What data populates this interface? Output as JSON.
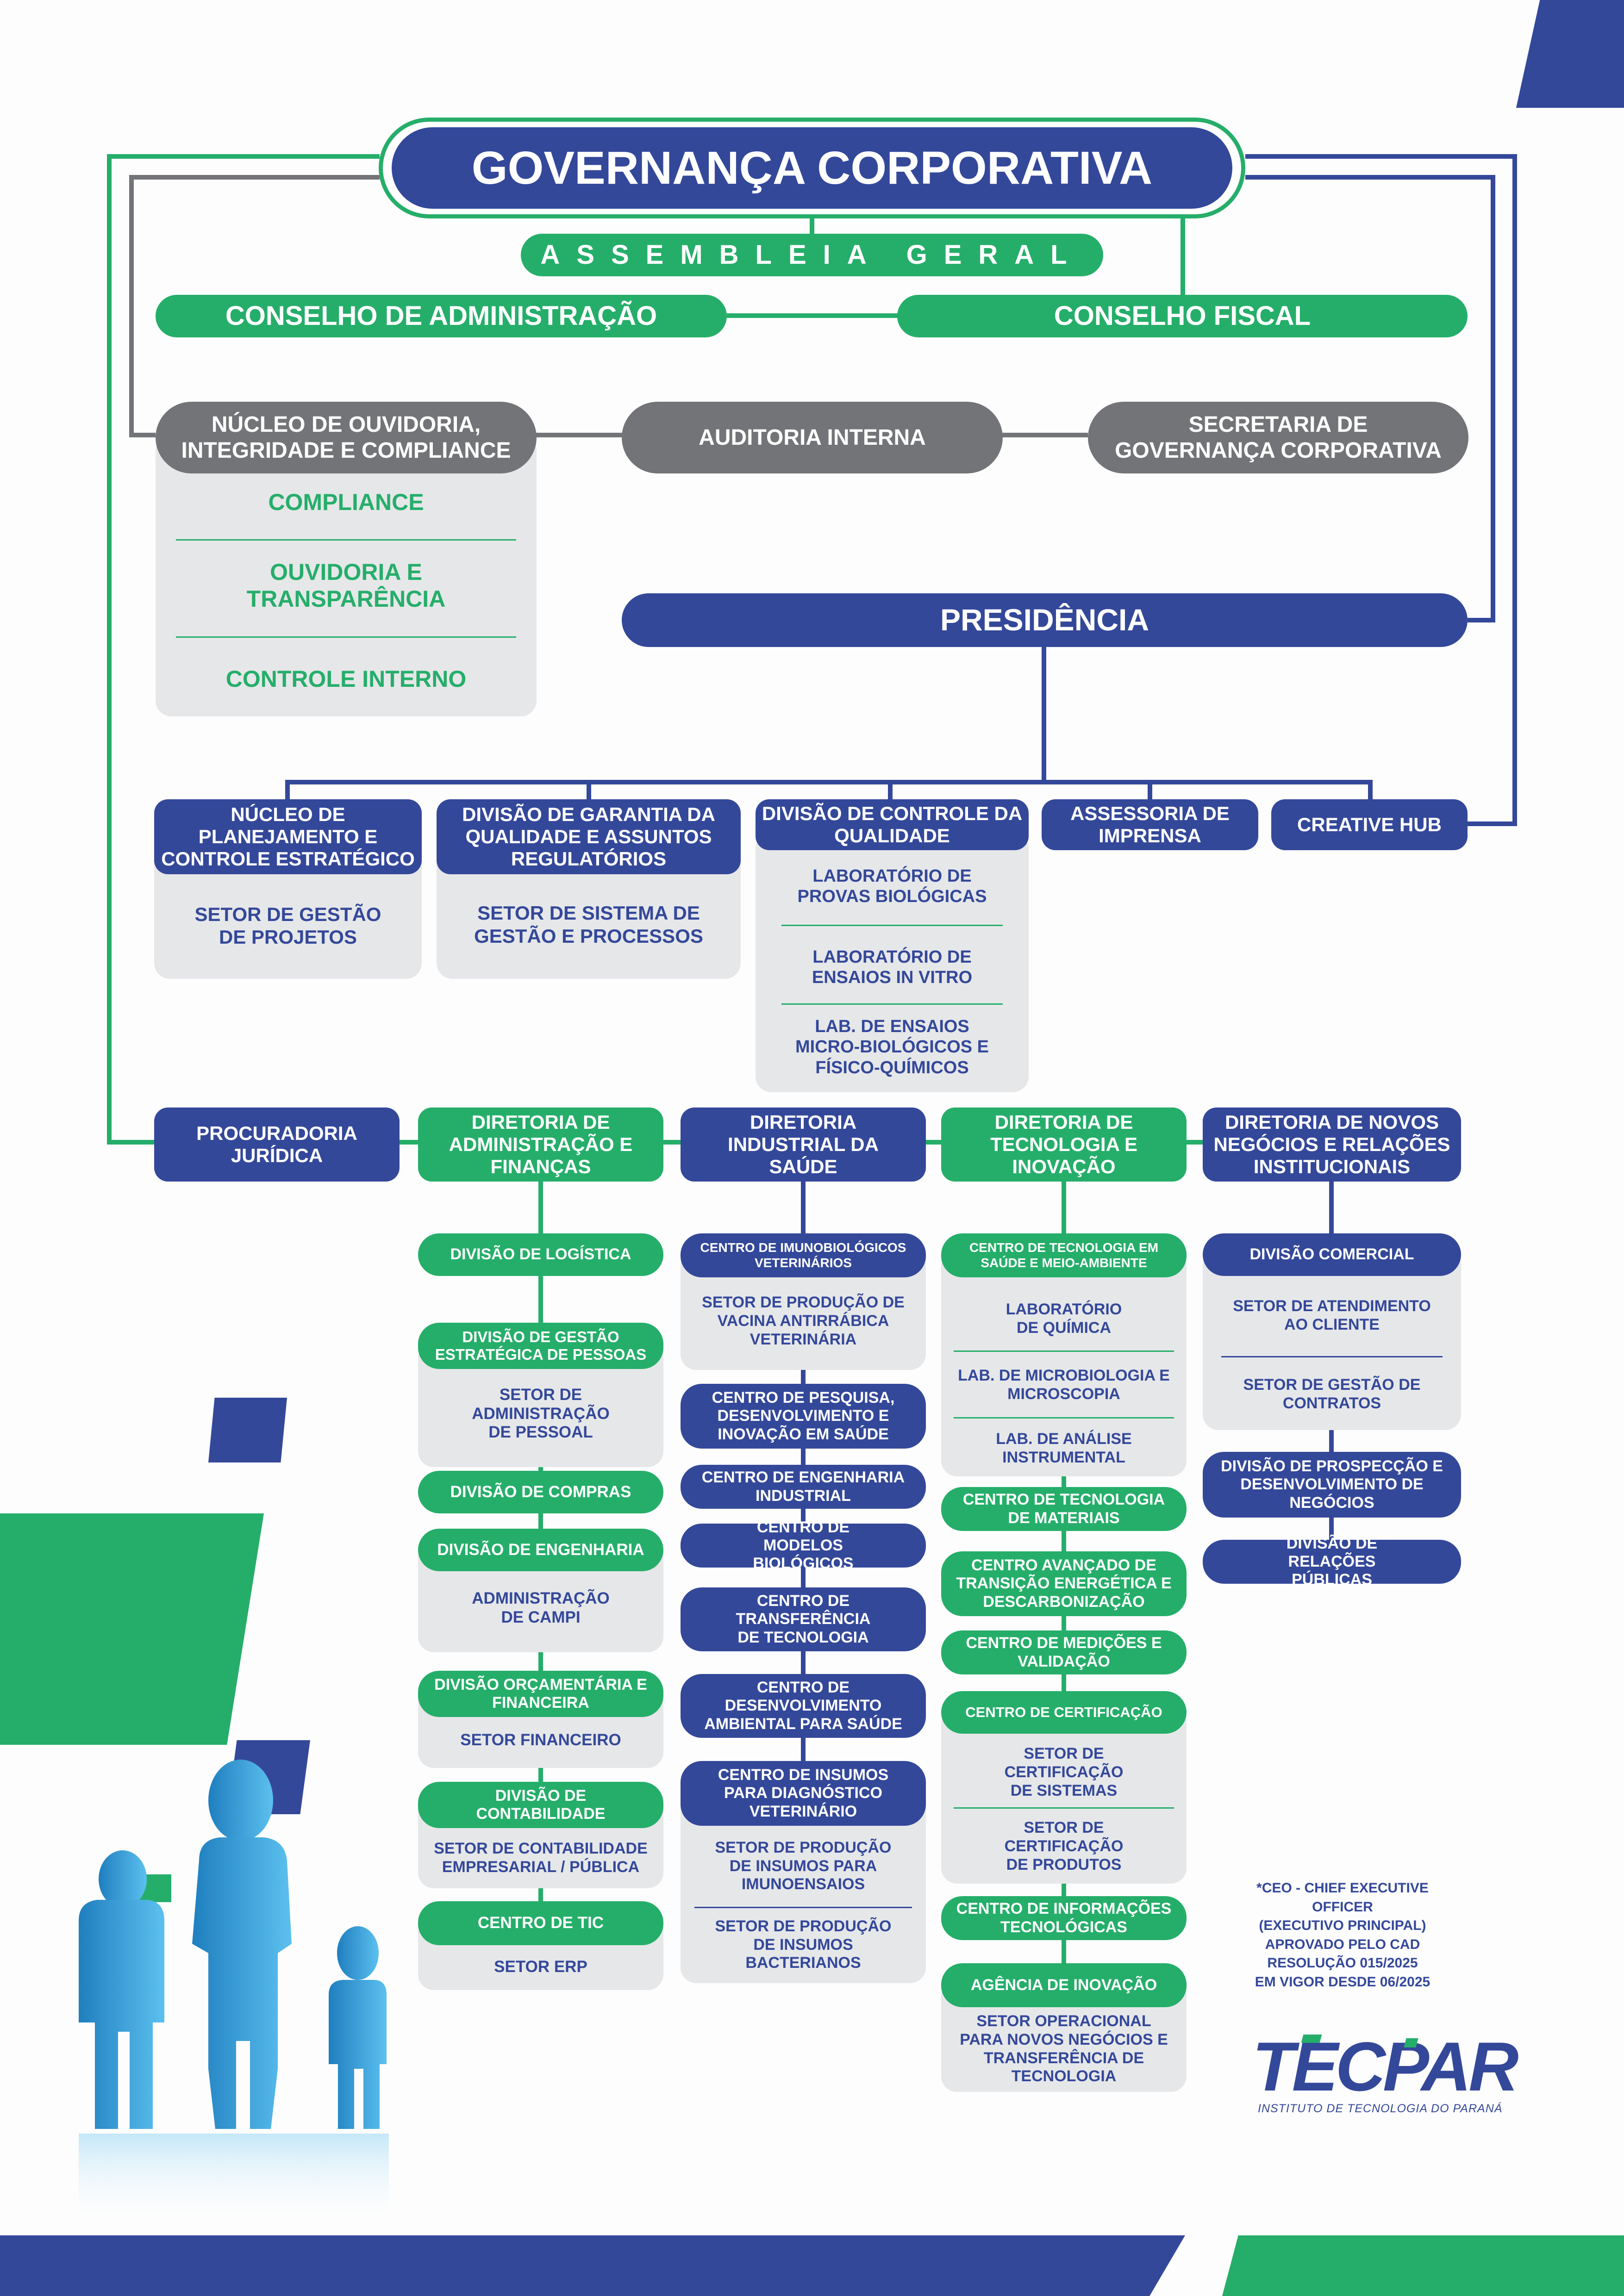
{
  "title": "GOVERNANÇA CORPORATIVA",
  "assembleia": "ASSEMBLEIA GERAL",
  "conselho_admin": "CONSELHO DE ADMINISTRAÇÃO",
  "conselho_fiscal": "CONSELHO FISCAL",
  "nucleo_ouvidoria": {
    "title": "NÚCLEO DE OUVIDORIA, INTEGRIDADE E COMPLIANCE",
    "items": [
      "COMPLIANCE",
      "OUVIDORIA E TRANSPARÊNCIA",
      "CONTROLE INTERNO"
    ]
  },
  "auditoria": "AUDITORIA INTERNA",
  "secretaria": "SECRETARIA DE GOVERNANÇA CORPORATIVA",
  "presidencia": "PRESIDÊNCIA",
  "pres_units": {
    "planejamento": {
      "title": "NÚCLEO DE PLANEJAMENTO E CONTROLE ESTRATÉGICO",
      "sub": "SETOR DE GESTÃO DE PROJETOS"
    },
    "garantia": {
      "title": "DIVISÃO DE GARANTIA DA QUALIDADE E ASSUNTOS REGULATÓRIOS",
      "sub": "SETOR DE SISTEMA DE GESTÃO E PROCESSOS"
    },
    "controle": {
      "title": "DIVISÃO DE CONTROLE DA QUALIDADE",
      "items": [
        "LABORATÓRIO DE PROVAS BIOLÓGICAS",
        "LABORATÓRIO DE ENSAIOS IN VITRO",
        "LAB. DE ENSAIOS MICRO-BIOLÓGICOS E FÍSICO-QUÍMICOS"
      ]
    },
    "assessoria": "ASSESSORIA DE IMPRENSA",
    "creative": "CREATIVE HUB"
  },
  "procuradoria": "PROCURADORIA JURÍDICA",
  "dir_admin": {
    "title": "DIRETORIA DE ADMINISTRAÇÃO E FINANÇAS",
    "logistica": "DIVISÃO DE LOGÍSTICA",
    "pessoas": "DIVISÃO DE GESTÃO ESTRATÉGICA DE PESSOAS",
    "pessoal": "SETOR DE ADMINISTRAÇÃO DE PESSOAL",
    "compras": "DIVISÃO DE COMPRAS",
    "engenharia": "DIVISÃO DE ENGENHARIA",
    "campi": "ADMINISTRAÇÃO DE CAMPI",
    "orcamentaria": "DIVISÃO ORÇAMENTÁRIA E FINANCEIRA",
    "financeiro": "SETOR FINANCEIRO",
    "contabilidade": "DIVISÃO DE CONTABILIDADE",
    "contab_setor": "SETOR DE CONTABILIDADE EMPRESARIAL / PÚBLICA",
    "tic": "CENTRO DE TIC",
    "erp": "SETOR ERP"
  },
  "dir_industrial": {
    "title": "DIRETORIA INDUSTRIAL DA SAÚDE",
    "imuno": "CENTRO DE IMUNOBIOLÓGICOS VETERINÁRIOS",
    "vacina": "SETOR DE PRODUÇÃO DE VACINA ANTIRRÁBICA VETERINÁRIA",
    "pesquisa": "CENTRO DE PESQUISA, DESENVOLVIMENTO E INOVAÇÃO EM SAÚDE",
    "eng_ind": "CENTRO DE ENGENHARIA INDUSTRIAL",
    "modelos": "CENTRO DE MODELOS BIOLÓGICOS",
    "transferencia": "CENTRO DE TRANSFERÊNCIA DE TECNOLOGIA",
    "ambiental": "CENTRO DE DESENVOLVIMENTO AMBIENTAL PARA SAÚDE",
    "insumos": "CENTRO DE INSUMOS PARA DIAGNÓSTICO VETERINÁRIO",
    "imunoensaios": "SETOR DE PRODUÇÃO DE INSUMOS PARA IMUNOENSAIOS",
    "bacterianos": "SETOR DE PRODUÇÃO DE INSUMOS BACTERIANOS"
  },
  "dir_tecnologia": {
    "title": "DIRETORIA DE TECNOLOGIA E INOVAÇÃO",
    "meio_ambiente": "CENTRO DE TECNOLOGIA EM SAÚDE E MEIO-AMBIENTE",
    "quimica": "LABORATÓRIO DE QUÍMICA",
    "microbiologia": "LAB. DE MICROBIOLOGIA E MICROSCOPIA",
    "instrumental": "LAB. DE ANÁLISE INSTRUMENTAL",
    "materiais": "CENTRO DE TECNOLOGIA DE MATERIAIS",
    "transicao": "CENTRO AVANÇADO DE TRANSIÇÃO ENERGÉTICA E DESCARBONIZAÇÃO",
    "medicoes": "CENTRO DE MEDIÇÕES E VALIDAÇÃO",
    "certificacao": "CENTRO DE CERTIFICAÇÃO",
    "cert_sistemas": "SETOR DE CERTIFICAÇÃO DE SISTEMAS",
    "cert_produtos": "SETOR DE CERTIFICAÇÃO DE PRODUTOS",
    "informacoes": "CENTRO DE INFORMAÇÕES TECNOLÓGICAS",
    "agencia": "AGÊNCIA DE INOVAÇÃO",
    "operacional": "SETOR OPERACIONAL PARA NOVOS NEGÓCIOS E TRANSFERÊNCIA DE TECNOLOGIA"
  },
  "dir_negocios": {
    "title": "DIRETORIA DE NOVOS NEGÓCIOS E RELAÇÕES INSTITUCIONAIS",
    "comercial": "DIVISÃO COMERCIAL",
    "atendimento": "SETOR DE ATENDIMENTO AO CLIENTE",
    "contratos": "SETOR DE GESTÃO DE CONTRATOS",
    "prospeccao": "DIVISÃO DE PROSPECÇÃO E DESENVOLVIMENTO DE NEGÓCIOS",
    "publicas": "DIVISÃO DE RELAÇÕES PÚBLICAS"
  },
  "note": [
    "*CEO - CHIEF EXECUTIVE OFFICER",
    "(EXECUTIVO PRINCIPAL)",
    "APROVADO PELO CAD",
    "RESOLUÇÃO 015/2025",
    "EM VIGOR DESDE 06/2025"
  ],
  "logo": {
    "name": "TECPAR",
    "tagline": "INSTITUTO DE TECNOLOGIA DO PARANÁ"
  },
  "colors": {
    "blue": "#34489a",
    "green": "#25ae6a",
    "gray": "#737477",
    "panel": "#e6e7e9"
  }
}
